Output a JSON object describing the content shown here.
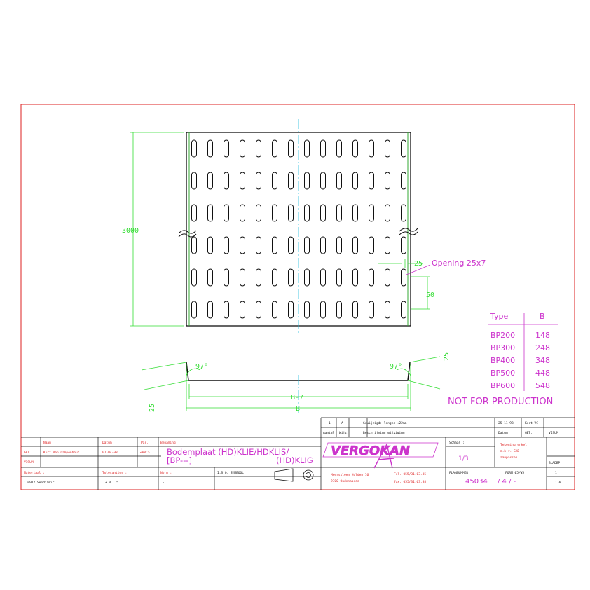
{
  "drawing": {
    "dim_length": "3000",
    "opening_label": "Opening 25x7",
    "dim_25_top": "25",
    "dim_50": "50",
    "angle_left": "97°",
    "angle_right": "97°",
    "dim_25_right": "25",
    "dim_25_left": "25",
    "dim_b7": "B-7",
    "dim_b": "B",
    "not_for_production": "NOT FOR PRODUCTION"
  },
  "type_table": {
    "header_type": "Type",
    "header_b": "B",
    "rows": [
      {
        "type": "BP200",
        "b": "148"
      },
      {
        "type": "BP300",
        "b": "248"
      },
      {
        "type": "BP400",
        "b": "348"
      },
      {
        "type": "BP500",
        "b": "448"
      },
      {
        "type": "BP600",
        "b": "548"
      }
    ]
  },
  "title_block": {
    "rev_num": "1",
    "rev_letter": "A",
    "rev_desc1": "Gewijzigd: lengte +22mm",
    "rev_desc2": "Beschrijving wijziging",
    "rev_date": "25-11-98",
    "rev_kort": "Kort VC",
    "rev_dash": "-",
    "aantal": "Aantal",
    "wijz": "Wijz.",
    "datum_label": "Datum",
    "get_label2": "GET.",
    "visum_label2": "VISUM",
    "col_naam": "Naam",
    "col_datum": "Datum",
    "col_par": "Par.",
    "col_benaming": "Benaming",
    "get": "GET.",
    "get_name": "Kurt Van Campenhout",
    "get_date": "07-04-98",
    "get_par": "<HVC>",
    "visum": "VISUM",
    "visum_name": "-",
    "visum_date": "-",
    "visum_par": "-",
    "benaming_1": "Bodemplaat (HD)KLIE/HDKLIS/",
    "benaming_2": "[BP---]",
    "benaming_3": "(HD)KLIG",
    "logo": "VERGOKAN",
    "address_1": "Meerskleen Holden 16",
    "address_2": "9700 Oudenaarde",
    "tel": "Tel.  055/31.03.35",
    "fax": "Fax.  055/31.63.88",
    "schaal_label": "Schaal :",
    "schaal": "1/3",
    "tekening_1": "Tekening enkel",
    "tekening_2": "m.b.v. CAD",
    "tekening_3": "aanpassen",
    "blad_label": "BLADBP",
    "blad_1": "1",
    "blad_2": "1",
    "material_label": "Materiaal :",
    "material": "1.0917 Sendzimir",
    "tol_label": "Toleranties :",
    "tol": "± 0 . 5",
    "norm_label": "Norm :",
    "norm": "-",
    "iso_label": "I.S.O. SYMBOOL",
    "plannummer_label": "PLANNUMMER",
    "plannummer": "45034",
    "form_label": "FORM  05/W5",
    "form": "/ 4 /    -",
    "sheet_label": "1 A"
  }
}
